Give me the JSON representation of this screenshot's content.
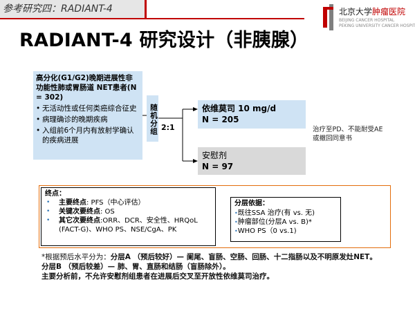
{
  "header": {
    "section_tag": "参考研究四：RADIANT-4",
    "title": "RADIANT-4 研究设计（非胰腺）",
    "logo": {
      "cn_part1": "北京大学",
      "cn_part2": "肿瘤医院",
      "en_line1": "BEIJING CANCER HOSPITAL",
      "en_line2": "PEKING UNIVERSITY CANCER HOSPITAL",
      "brand_color": "#c00000"
    }
  },
  "population": {
    "heading": "高分化(G1/G2)晚期进展性非功能性肺或胃肠道 NET患者(N = 302)",
    "criteria": [
      "无活动性或任何类癌综合征史",
      "病理确诊的晚期疾病",
      "入组前6个月内有放射学确认的疾病进展"
    ]
  },
  "randomization": {
    "label": "随机分组",
    "ratio": "2:1"
  },
  "arms": [
    {
      "name": "依维莫司 10 mg/d",
      "n": "N = 205"
    },
    {
      "name": "安慰剂",
      "n": "N = 97"
    }
  ],
  "treatment_note": "治疗至PD、不能耐受AE或撤回同意书",
  "endpoints": {
    "heading": "终点：",
    "items": [
      {
        "label": "主要终点",
        "value": ": PFS（中心评估）"
      },
      {
        "label": "关键次要终点",
        "value": ": OS"
      },
      {
        "label": "其它次要终点",
        "value": ":ORR、DCR、安全性、HRQoL (FACT-G)、WHO PS、NSE/CgA、PK"
      }
    ]
  },
  "stratification": {
    "heading": "分层依据：",
    "items": [
      "既往SSA 治疗(有 vs. 无)",
      "肿瘤部位(分层A vs. B)*",
      "WHO PS（0 vs.1)"
    ]
  },
  "notes": {
    "line1_prefix": "*根据预后水平分为：",
    "line1_a": "分层A （预后较好）",
    "line1_rest": "— 阑尾、盲肠、空肠、回肠、十二指肠以及不明原发灶NET。",
    "line2_b": "分层B （预后较差）",
    "line2_rest": "— 肺、胃、直肠和结肠（盲肠除外）。",
    "line3": "主要分析前，不允许安慰剂组患者在进展后交叉至开放性依维莫司治疗。"
  },
  "colors": {
    "accent_red": "#c00000",
    "box_blue": "#cfe3f4",
    "placebo_gray": "#d9d9d9",
    "frame_orange": "#e36c0a",
    "bullet_blue": "#2e75b6"
  }
}
